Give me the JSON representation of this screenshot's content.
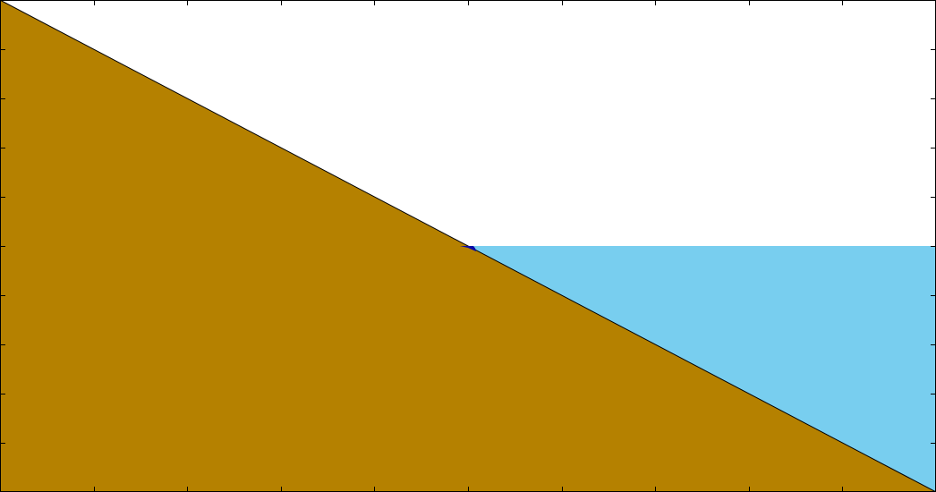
{
  "colors": {
    "background": "#ffffff",
    "slope": "#b58100",
    "water": "#78ceef",
    "marker": "#0a0aa6",
    "frame": "#000000"
  },
  "axes": {
    "x_ticks": 9,
    "y_ticks": 9
  },
  "scene": {
    "slope_top_left_level": 1.0,
    "slope_bottom_right_level": 0.0,
    "water_level": 0.5,
    "marker": "shoreline-marker"
  }
}
